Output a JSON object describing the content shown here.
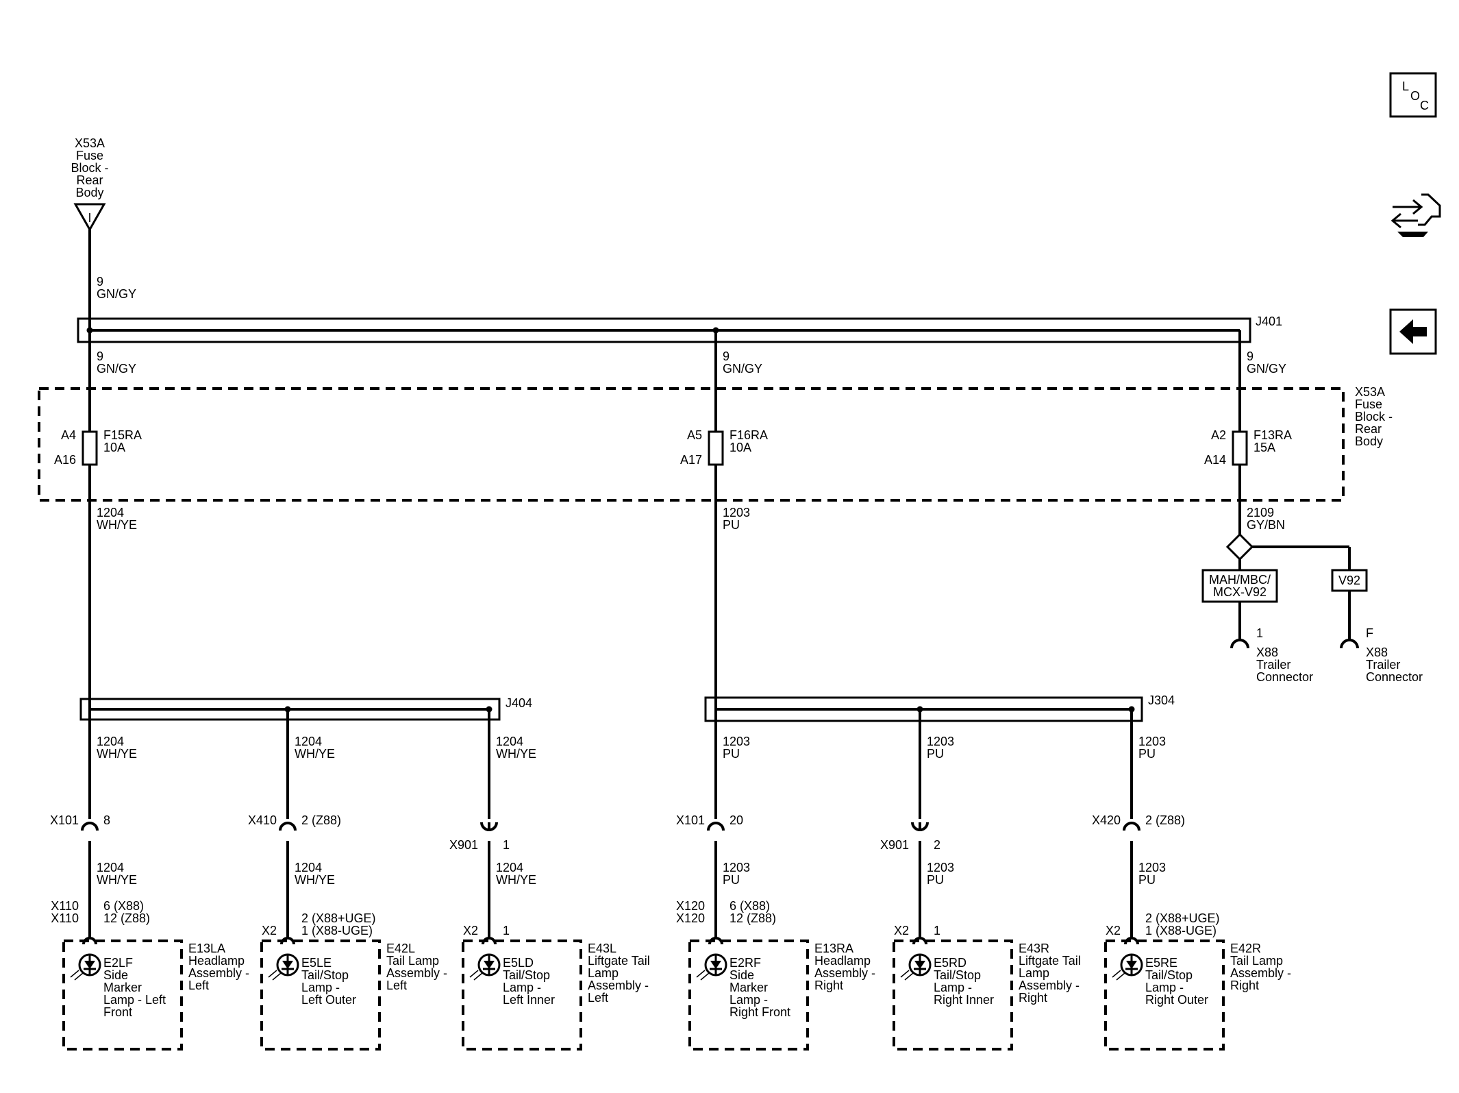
{
  "source": {
    "name": "X53A",
    "lines": [
      "Fuse",
      "Block -",
      "Rear",
      "Body"
    ],
    "pin": "I"
  },
  "top_wire": {
    "circuit": "9",
    "color": "GN/GY"
  },
  "j401": "J401",
  "fuse_block": {
    "name": "X53A",
    "lines": [
      "Fuse",
      "Block -",
      "Rear",
      "Body"
    ]
  },
  "feeds": [
    {
      "circuit": "9",
      "color": "GN/GY"
    },
    {
      "circuit": "9",
      "color": "GN/GY"
    },
    {
      "circuit": "9",
      "color": "GN/GY"
    }
  ],
  "fuses": [
    {
      "pin_in": "A4",
      "pin_out": "A16",
      "name": "F15RA",
      "rating": "10A"
    },
    {
      "pin_in": "A5",
      "pin_out": "A17",
      "name": "F16RA",
      "rating": "10A"
    },
    {
      "pin_in": "A2",
      "pin_out": "A14",
      "name": "F13RA",
      "rating": "15A"
    }
  ],
  "outputs": [
    {
      "circuit": "1204",
      "color": "WH/YE"
    },
    {
      "circuit": "1203",
      "color": "PU"
    },
    {
      "circuit": "2109",
      "color": "GY/BN"
    }
  ],
  "options": {
    "left_box": [
      "MAH/MBC/",
      "MCX-V92"
    ],
    "right_box": "V92",
    "left_pin": "1",
    "right_pin": "F",
    "connector_lines": [
      "X88",
      "Trailer",
      "Connector"
    ]
  },
  "j404": "J404",
  "j304": "J304",
  "branches": [
    {
      "wire_top": [
        "1204",
        "WH/YE"
      ],
      "conn": "X101",
      "conn_pin": "8",
      "wire_bot": [
        "1204",
        "WH/YE"
      ],
      "term": [
        "X110",
        "X110"
      ],
      "term_pins": [
        "6  (X88)",
        "12 (Z88)"
      ],
      "lamp": [
        "E2LF",
        "Side",
        "Marker",
        "Lamp - Left",
        "Front"
      ],
      "assy": [
        "E13LA",
        "Headlamp",
        "Assembly -",
        "Left"
      ]
    },
    {
      "wire_top": [
        "1204",
        "WH/YE"
      ],
      "conn": "X410",
      "conn_pin": "2  (Z88)",
      "wire_bot": [
        "1204",
        "WH/YE"
      ],
      "term": [
        "X2"
      ],
      "term_pins": [
        "2  (X88+UGE)",
        "1 (X88-UGE)"
      ],
      "lamp": [
        "E5LE",
        "Tail/Stop",
        "Lamp -",
        "Left Outer"
      ],
      "assy": [
        "E42L",
        "Tail Lamp",
        "Assembly -",
        "Left"
      ]
    },
    {
      "wire_top": [
        "1204",
        "WH/YE"
      ],
      "conn": "X901",
      "conn_pin": "1",
      "wire_bot": [
        "1204",
        "WH/YE"
      ],
      "term": [
        "X2"
      ],
      "term_pins": [
        "1"
      ],
      "lamp": [
        "E5LD",
        "Tail/Stop",
        "Lamp -",
        "Left Inner"
      ],
      "assy": [
        "E43L",
        "Liftgate Tail",
        "Lamp",
        "Assembly -",
        "Left"
      ]
    },
    {
      "wire_top": [
        "1203",
        "PU"
      ],
      "conn": "X101",
      "conn_pin": "20",
      "wire_bot": [
        "1203",
        "PU"
      ],
      "term": [
        "X120",
        "X120"
      ],
      "term_pins": [
        "6  (X88)",
        "12 (Z88)"
      ],
      "lamp": [
        "E2RF",
        "Side",
        "Marker",
        "Lamp -",
        "Right Front"
      ],
      "assy": [
        "E13RA",
        "Headlamp",
        "Assembly -",
        "Right"
      ]
    },
    {
      "wire_top": [
        "1203",
        "PU"
      ],
      "conn": "X901",
      "conn_pin": "2",
      "wire_bot": [
        "1203",
        "PU"
      ],
      "term": [
        "X2"
      ],
      "term_pins": [
        "1"
      ],
      "lamp": [
        "E5RD",
        "Tail/Stop",
        "Lamp -",
        "Right Inner"
      ],
      "assy": [
        "E43R",
        "Liftgate Tail",
        "Lamp",
        "Assembly -",
        "Right"
      ]
    },
    {
      "wire_top": [
        "1203",
        "PU"
      ],
      "conn": "X420",
      "conn_pin": "2  (Z88)",
      "wire_bot": [
        "1203",
        "PU"
      ],
      "term": [
        "X2"
      ],
      "term_pins": [
        "2  (X88+UGE)",
        "1 (X88-UGE)"
      ],
      "lamp": [
        "E5RE",
        "Tail/Stop",
        "Lamp -",
        "Right Outer"
      ],
      "assy": [
        "E42R",
        "Tail Lamp",
        "Assembly -",
        "Right"
      ]
    }
  ],
  "nav": {
    "loc": {
      "l": "L",
      "o": "O",
      "c": "C",
      "icon": "location-icon"
    },
    "connector_icon": "connector-repair-icon",
    "back_icon": "back-arrow-icon"
  }
}
